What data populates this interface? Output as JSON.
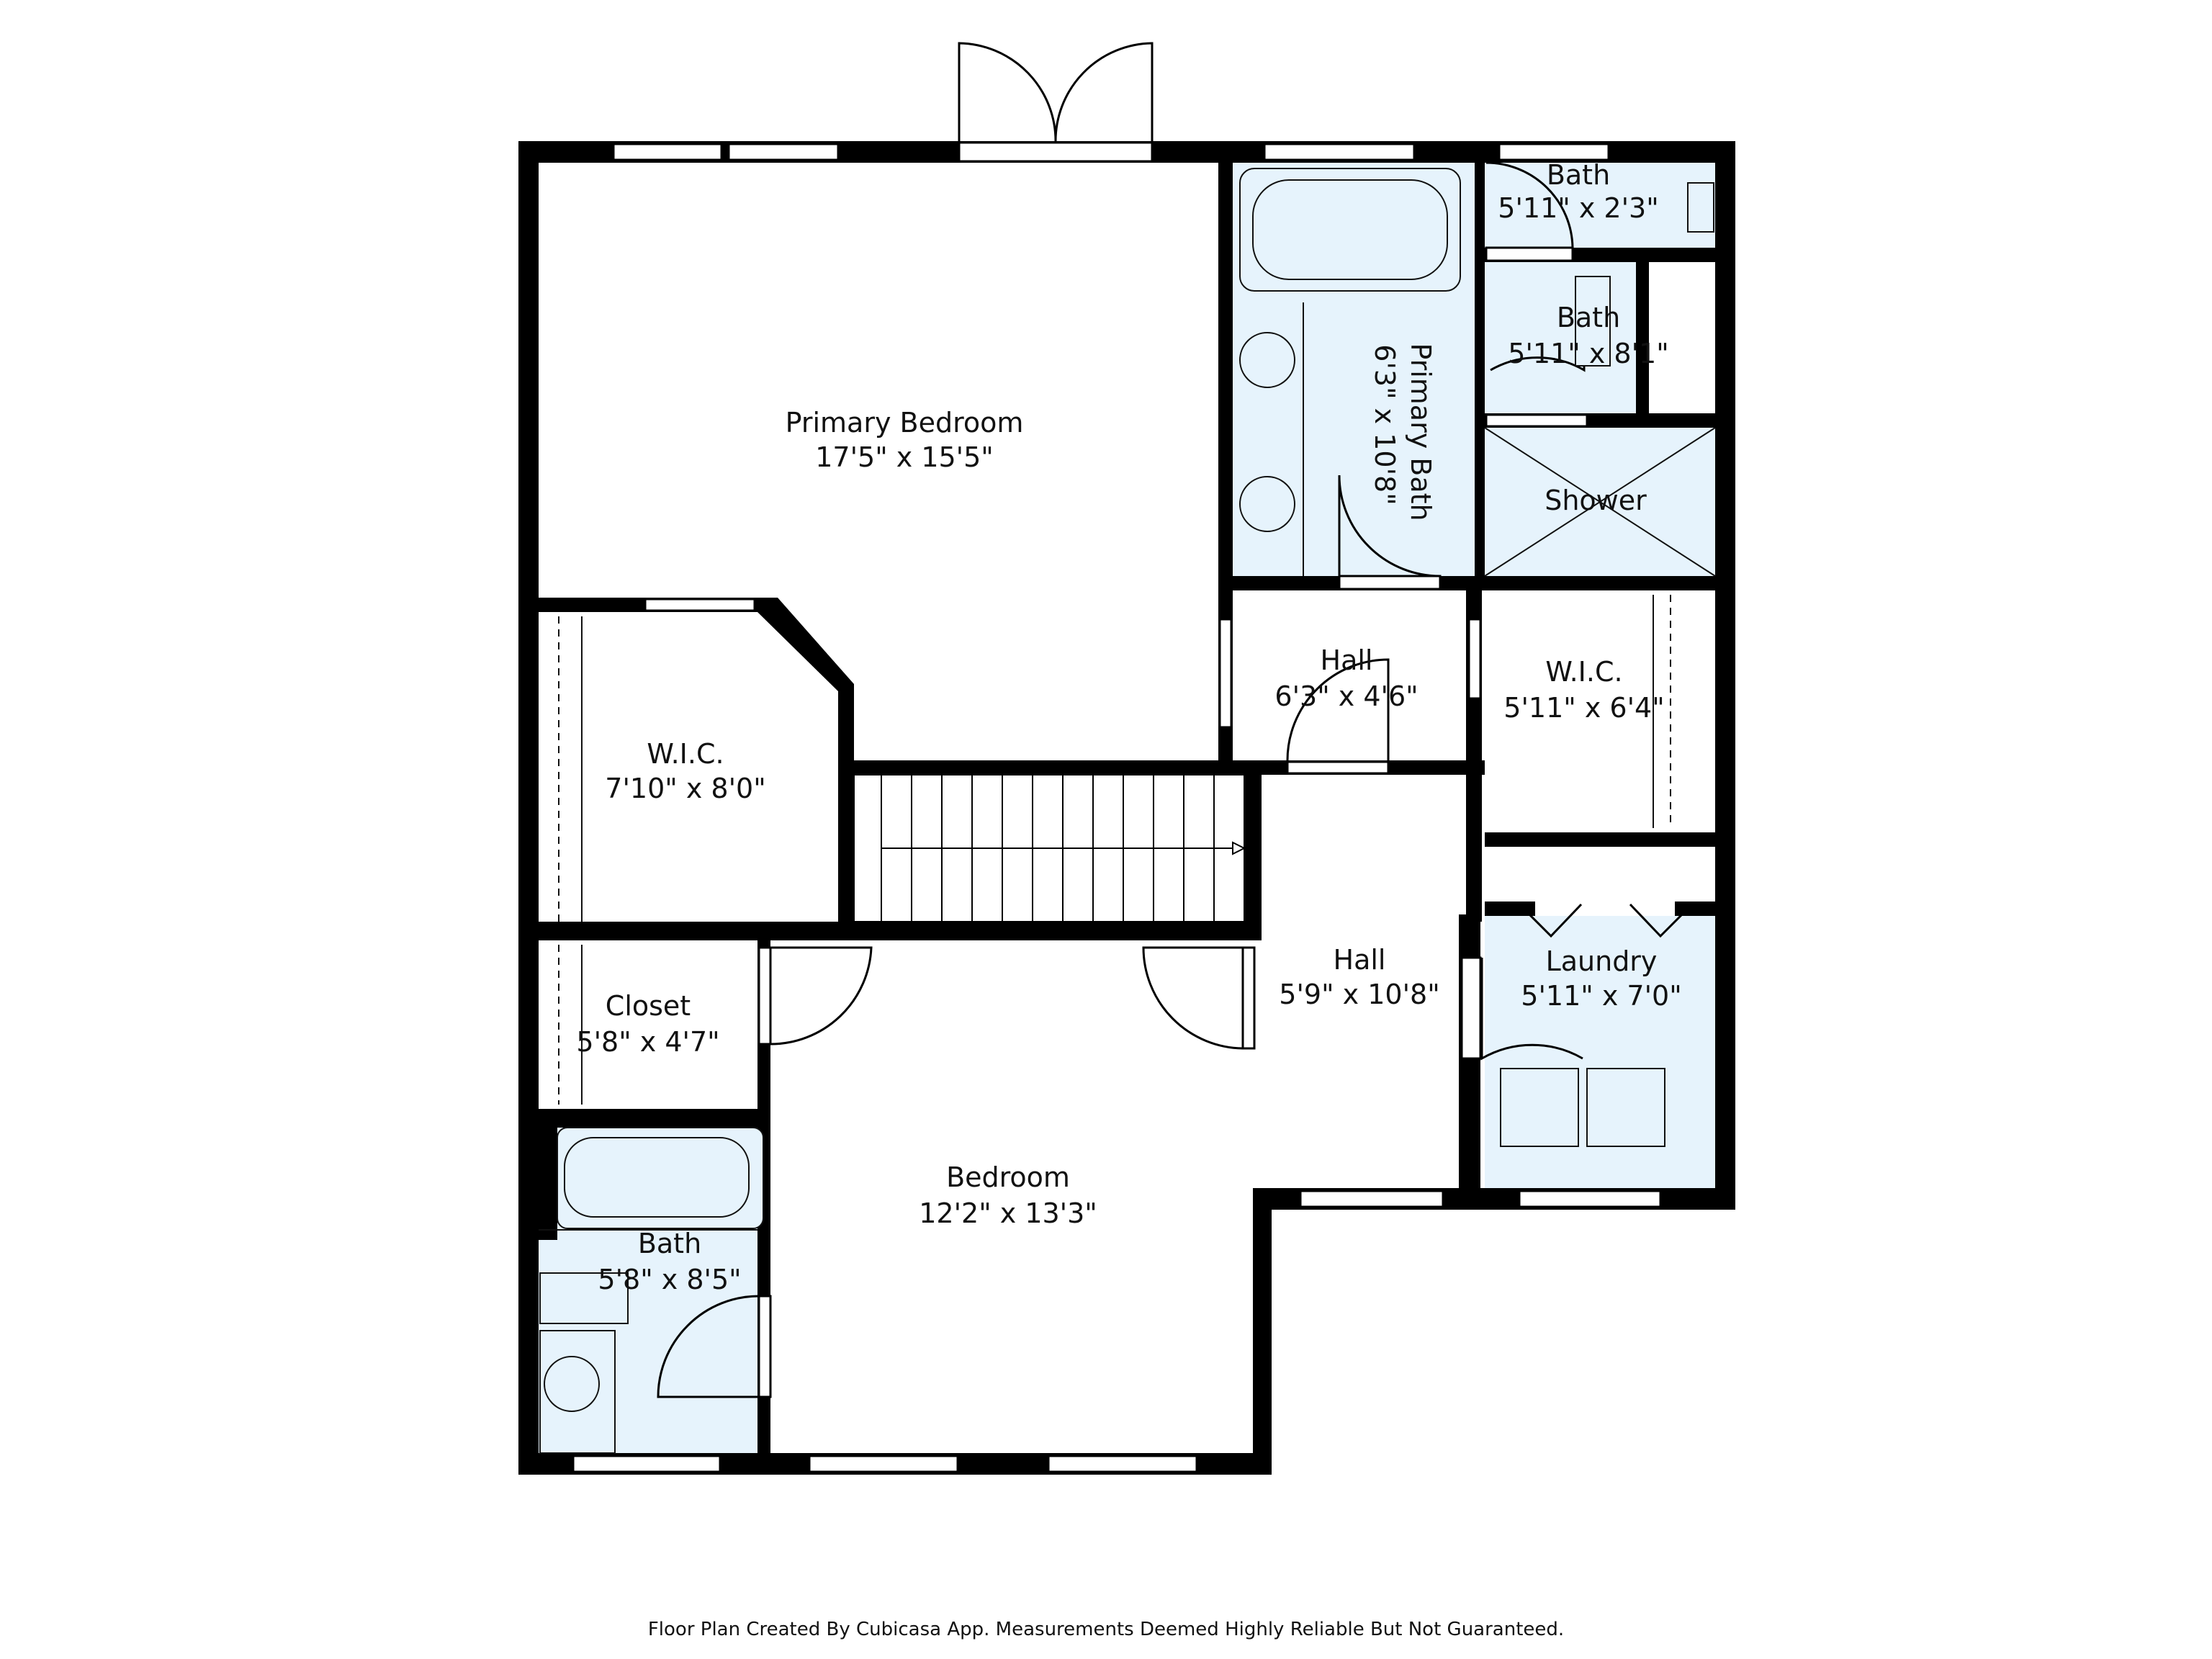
{
  "colors": {
    "wall": "#000000",
    "wet_room_fill": "#e6f3fc",
    "dry_room_fill": "#ffffff",
    "window": "#ffffff",
    "fixture_stroke": "#111111"
  },
  "rooms": {
    "primary_bedroom": {
      "name": "Primary Bedroom",
      "size": "17'5\" x 15'5\""
    },
    "primary_bath": {
      "name": "Primary Bath",
      "size": "6'3\" x 10'8\""
    },
    "bath_top": {
      "name": "Bath",
      "size": "5'11\" x 2'3\""
    },
    "bath_mid": {
      "name": "Bath",
      "size": "5'11\" x 8'1\""
    },
    "shower": {
      "name": "Shower"
    },
    "hall_upper": {
      "name": "Hall",
      "size": "6'3\" x 4'6\""
    },
    "wic_right": {
      "name": "W.I.C.",
      "size": "5'11\" x 6'4\""
    },
    "wic_left": {
      "name": "W.I.C.",
      "size": "7'10\" x 8'0\""
    },
    "hall_lower": {
      "name": "Hall",
      "size": "5'9\" x 10'8\""
    },
    "laundry": {
      "name": "Laundry",
      "size": "5'11\" x 7'0\""
    },
    "closet": {
      "name": "Closet",
      "size": "5'8\" x 4'7\""
    },
    "bedroom": {
      "name": "Bedroom",
      "size": "12'2\" x 13'3\""
    },
    "bath_bottom": {
      "name": "Bath",
      "size": "5'8\" x 8'5\""
    }
  },
  "footer": {
    "text": "Floor Plan Created By Cubicasa App. Measurements Deemed Highly Reliable But Not Guaranteed."
  }
}
